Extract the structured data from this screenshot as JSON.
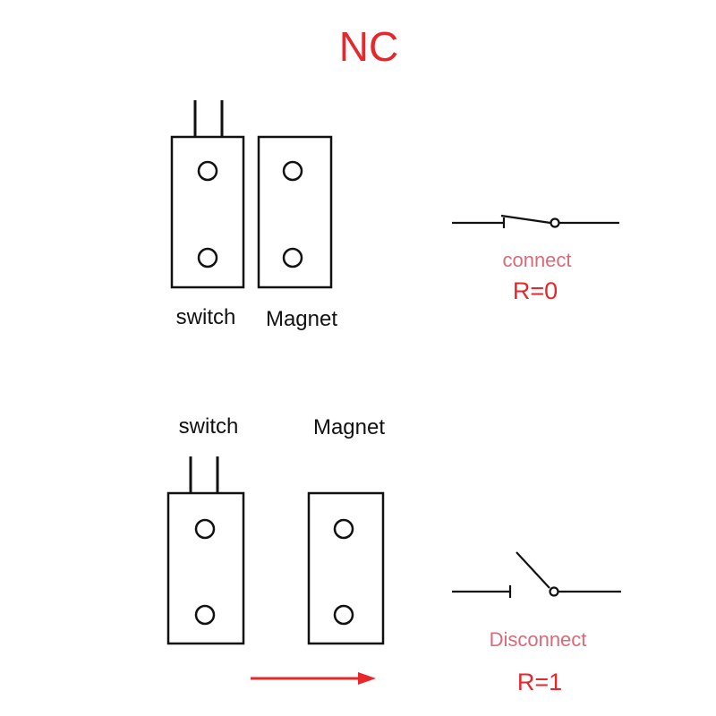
{
  "title": "NC",
  "colors": {
    "accent": "#e8272b",
    "state_text": "#d96b78",
    "ink": "#111111"
  },
  "closed_panel": {
    "switch_label": "switch",
    "magnet_label": "Magnet",
    "state_label": "connect",
    "resistance_label": "R=0"
  },
  "open_panel": {
    "switch_label": "switch",
    "magnet_label": "Magnet",
    "state_label": "Disconnect",
    "resistance_label": "R=1"
  },
  "icons": {
    "motion": "right-arrow-icon"
  }
}
